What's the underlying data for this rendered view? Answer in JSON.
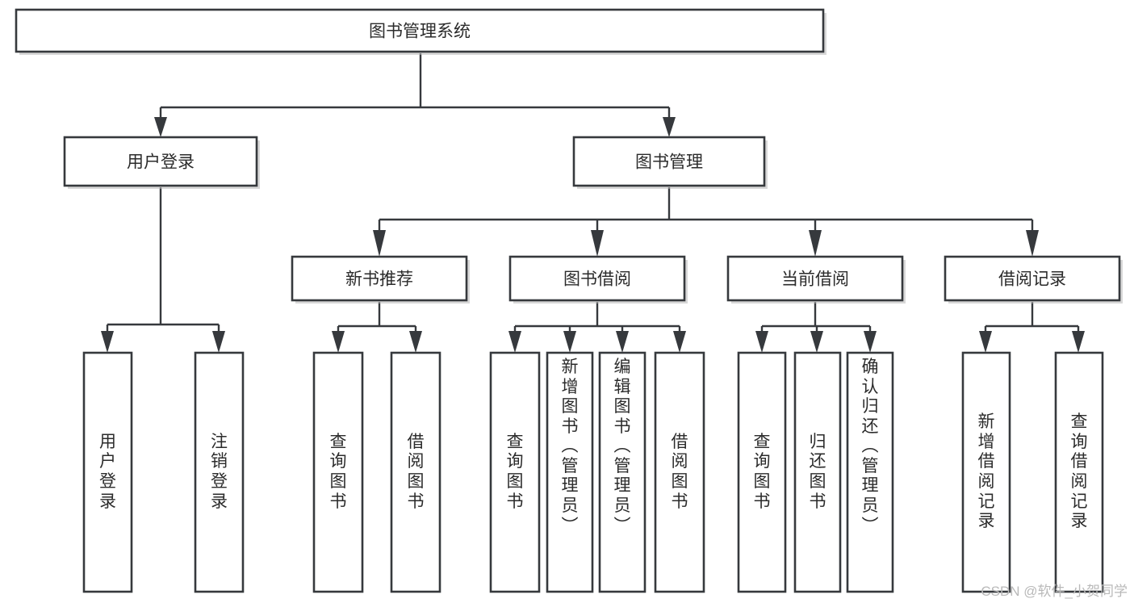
{
  "diagram": {
    "type": "tree",
    "title": "图书管理系统",
    "root": {
      "id": "root",
      "label": "图书管理系统",
      "orientation": "horizontal"
    },
    "level2": [
      {
        "id": "user-login",
        "label": "用户登录",
        "orientation": "horizontal"
      },
      {
        "id": "book-manage",
        "label": "图书管理",
        "orientation": "horizontal"
      }
    ],
    "level3": [
      {
        "id": "new-book-recommend",
        "label": "新书推荐",
        "orientation": "horizontal",
        "parent": "book-manage"
      },
      {
        "id": "book-borrow",
        "label": "图书借阅",
        "orientation": "horizontal",
        "parent": "book-manage"
      },
      {
        "id": "current-borrow",
        "label": "当前借阅",
        "orientation": "horizontal",
        "parent": "book-manage"
      },
      {
        "id": "borrow-record",
        "label": "借阅记录",
        "orientation": "horizontal",
        "parent": "book-manage"
      }
    ],
    "leaves": [
      {
        "id": "leaf-user-login",
        "label": "用户登录",
        "parent": "user-login",
        "orientation": "vertical"
      },
      {
        "id": "leaf-user-logout",
        "label": "注销登录",
        "parent": "user-login",
        "orientation": "vertical"
      },
      {
        "id": "leaf-query-book-1",
        "label": "查询图书",
        "parent": "new-book-recommend",
        "orientation": "vertical"
      },
      {
        "id": "leaf-borrow-book-1",
        "label": "借阅图书",
        "parent": "new-book-recommend",
        "orientation": "vertical"
      },
      {
        "id": "leaf-query-book-2",
        "label": "查询图书",
        "parent": "book-borrow",
        "orientation": "vertical"
      },
      {
        "id": "leaf-add-book",
        "label": "新增图书（管理员）",
        "parent": "book-borrow",
        "orientation": "vertical"
      },
      {
        "id": "leaf-edit-book",
        "label": "编辑图书（管理员）",
        "parent": "book-borrow",
        "orientation": "vertical"
      },
      {
        "id": "leaf-borrow-book-2",
        "label": "借阅图书",
        "parent": "book-borrow",
        "orientation": "vertical"
      },
      {
        "id": "leaf-query-book-3",
        "label": "查询图书",
        "parent": "current-borrow",
        "orientation": "vertical"
      },
      {
        "id": "leaf-return-book",
        "label": "归还图书",
        "parent": "current-borrow",
        "orientation": "vertical"
      },
      {
        "id": "leaf-confirm-return",
        "label": "确认归还（管理员）",
        "parent": "current-borrow",
        "orientation": "vertical"
      },
      {
        "id": "leaf-add-record",
        "label": "新增借阅记录",
        "parent": "borrow-record",
        "orientation": "vertical"
      },
      {
        "id": "leaf-query-record",
        "label": "查询借阅记录",
        "parent": "borrow-record",
        "orientation": "vertical"
      }
    ],
    "colors": {
      "box_stroke": "#36393d",
      "box_fill": "#ffffff",
      "connector": "#36393d",
      "text": "#2b2b2b",
      "watermark": "#b9b9b9",
      "background": "#ffffff"
    }
  },
  "watermark": {
    "text": "CSDN @软件_小贺同学"
  }
}
